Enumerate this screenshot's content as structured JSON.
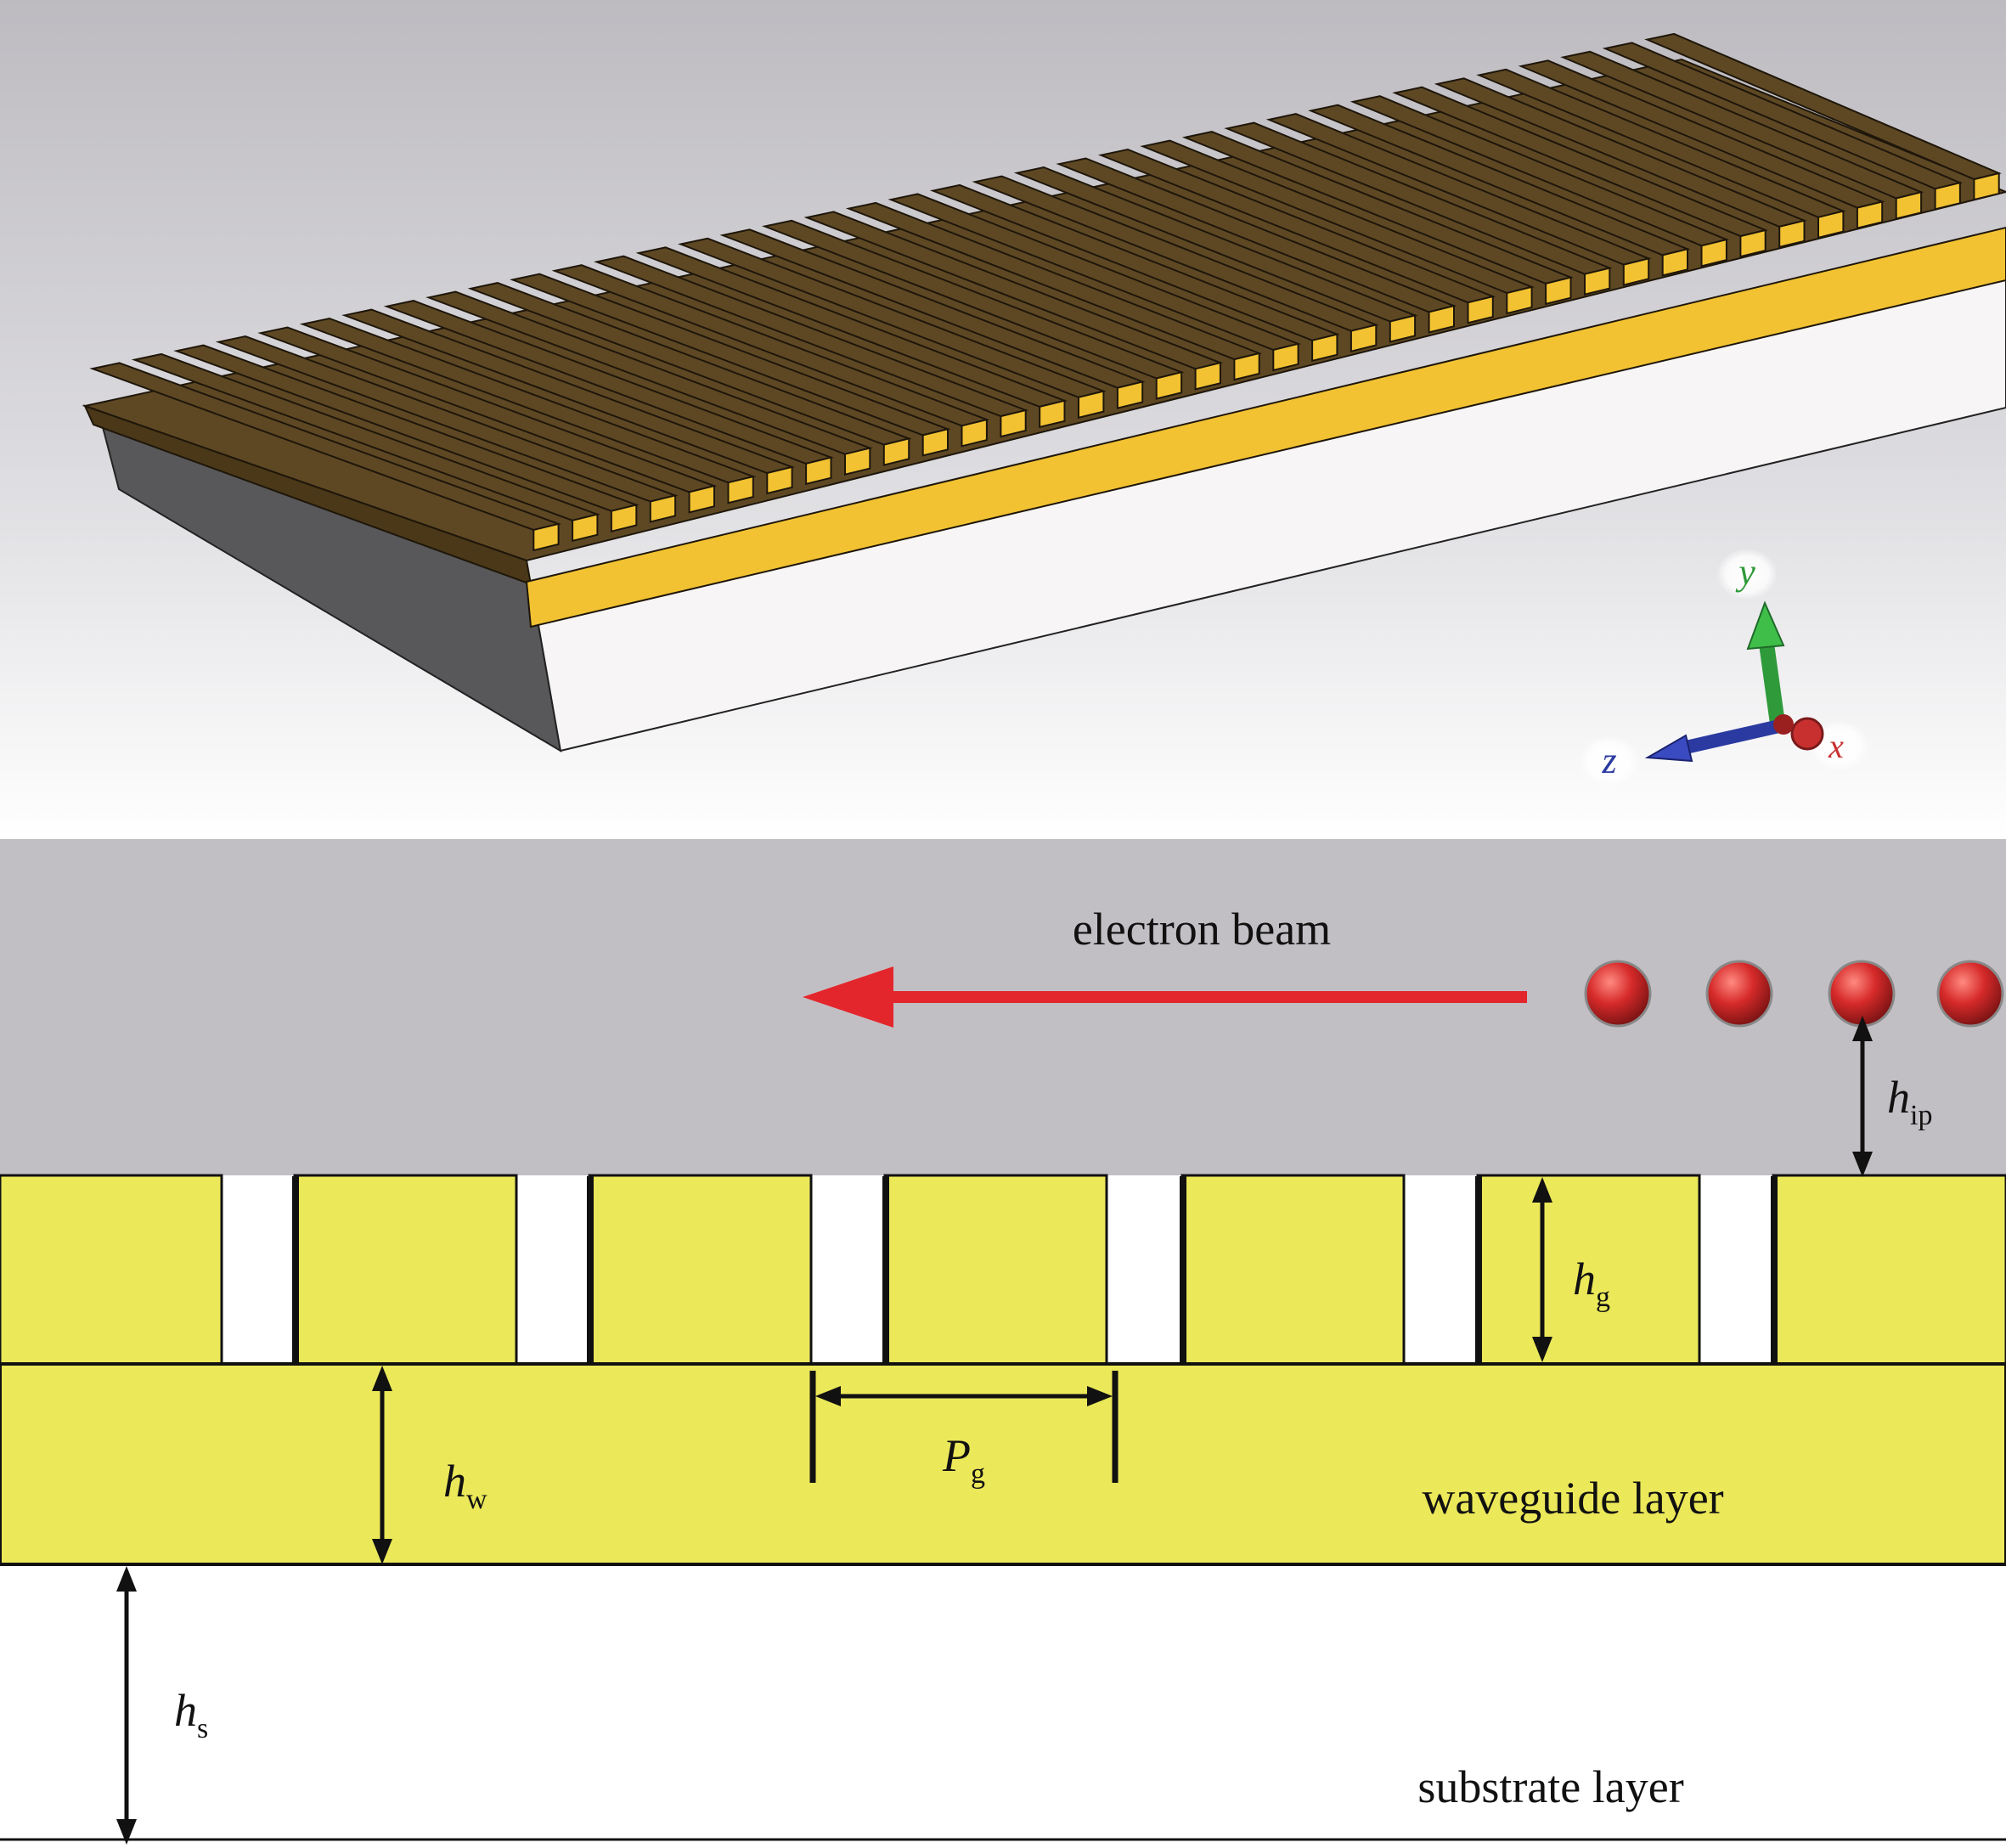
{
  "figure": {
    "top_panel": {
      "axes": {
        "y": "y",
        "z": "z",
        "x": "x"
      },
      "colors": {
        "gold": "#f2c232",
        "grating_top": "#5e4824",
        "substrate_side": "#58585a",
        "substrate_front": "#f7f5f5",
        "y_axis": "#2f9a3a",
        "z_axis": "#2a3aa0",
        "x_axis": "#c83030"
      }
    },
    "bottom_panel": {
      "beam_label": "electron beam",
      "waveguide_label": "waveguide layer",
      "substrate_label": "substrate layer",
      "dimensions": {
        "h_ip": {
          "symbol": "h",
          "sub": "ip"
        },
        "h_g": {
          "symbol": "h",
          "sub": "g"
        },
        "h_w": {
          "symbol": "h",
          "sub": "w"
        },
        "h_s": {
          "symbol": "h",
          "sub": "s"
        },
        "P_g": {
          "symbol": "P",
          "sub": "g"
        }
      },
      "electron_count": 4,
      "colors": {
        "background": "#c2bfc4",
        "gold": "#ebe85a",
        "beam_arrow": "#e3262b",
        "electron": "#d52a2a"
      }
    }
  }
}
